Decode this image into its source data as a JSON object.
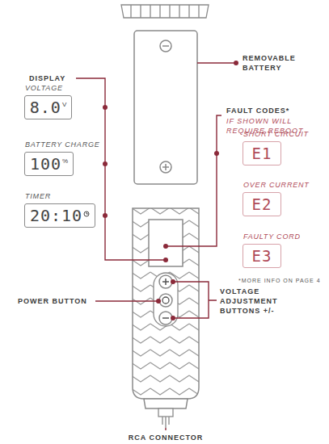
{
  "diagram": {
    "nodes": [
      {
        "text": [
          "VOLTAGE",
          "8.0",
          "V"
        ]
      },
      {
        "text": [
          "BATTERY CHARGE",
          "100",
          "%"
        ]
      },
      {
        "text": [
          "TIMER",
          "20:10"
        ]
      },
      {
        "text": [
          "SHORT CIRCUIT",
          "E1"
        ]
      },
      {
        "text": [
          "OVER CURRENT",
          "E2"
        ]
      },
      {
        "text": [
          "FAULTY CORD",
          "E3"
        ]
      }
    ],
    "labels": [
      "REMOVABLE BATTERY",
      "DISPLAY",
      "FAULT CODES*",
      "IF SHOWN WILL REQUIRE REBOOT",
      "*MORE INFO ON PAGE 4",
      "POWER BUTTON",
      "VOLTAGE ADJUSTMENT BUTTONS +/-",
      "RCA CONNECTOR"
    ]
  }
}
